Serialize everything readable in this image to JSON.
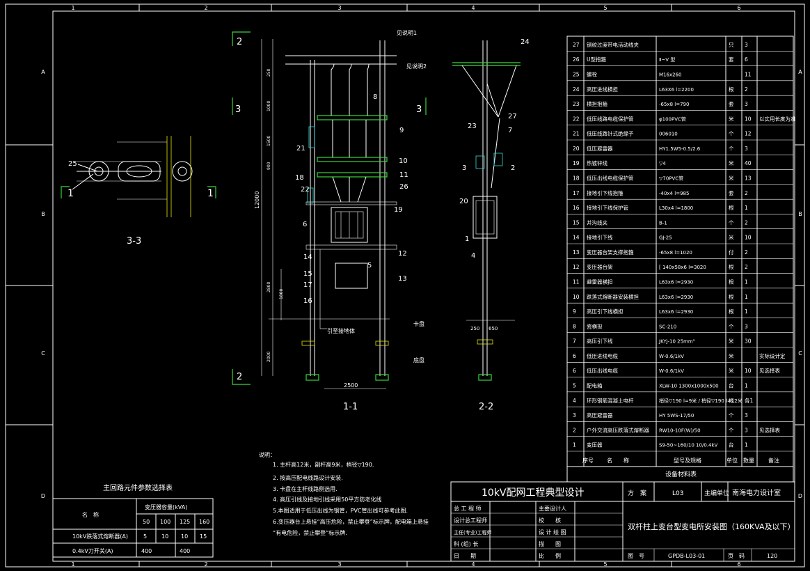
{
  "frame": {
    "col_numbers": [
      "1",
      "2",
      "3",
      "4",
      "5",
      "6"
    ],
    "row_letters": [
      "A",
      "B",
      "C",
      "D"
    ]
  },
  "views": {
    "section_3_3": "3-3",
    "section_1_1": "1-1",
    "section_2_2": "2-2",
    "marker_2": "2",
    "marker_3": "3",
    "marker_1": "1"
  },
  "drawing_labels": {
    "see_note_1": "见说明1",
    "see_note_2": "见说明2",
    "ground_body": "引至接地体",
    "card_plate": "卡盘",
    "base_plate": "底盘",
    "dim_2500": "2500",
    "dim_12000": "12000",
    "dim_250": "250",
    "dim_1000": "1000",
    "dim_1500": "1500",
    "dim_900": "900",
    "dim_2800": "2800",
    "dim_2000": "2000",
    "dim_250b": "250",
    "dim_650": "650",
    "dim_1800": "1800"
  },
  "part_callouts_1_1": [
    "8",
    "9",
    "21",
    "10",
    "11",
    "26",
    "18",
    "22",
    "19",
    "6",
    "12",
    "14",
    "15",
    "5",
    "17",
    "13",
    "16"
  ],
  "part_callouts_2_2": [
    "24",
    "27",
    "23",
    "7",
    "3",
    "2",
    "20",
    "1",
    "4"
  ],
  "part_callouts_3_3": [
    "25"
  ],
  "notes": {
    "title": "说明：",
    "items": [
      "1. 主杆高12米，副杆高9米，梢径▽190.",
      "2. 按高压配电线路设计安装.",
      "3. 卡盘在主杆线路侧选用.",
      "4. 高压引线及接地引线采用50平方防老化线",
      "5.本图适用于低压出线为钢管，PVC管出线可参考此图.",
      "6.变压器台上悬挂“高压危险，禁止攀登”标示牌，配电箱上悬挂",
      "   “有电危险，禁止攀登”标示牌."
    ]
  },
  "bom": {
    "footer_title": "设备材料表",
    "header": [
      "序号",
      "名　　称",
      "型号及规格",
      "单位",
      "数量",
      "备注"
    ],
    "rows": [
      [
        "27",
        "钢绞过度带电活动线夹",
        "",
        "只",
        "3",
        ""
      ],
      [
        "26",
        "U型抱箍",
        "Ⅱ~Ⅴ 型",
        "套",
        "6",
        ""
      ],
      [
        "25",
        "螺栓",
        "M16x260",
        "",
        "11",
        ""
      ],
      [
        "24",
        "高压进线横担",
        "L63X6 l=2200",
        "根",
        "2",
        ""
      ],
      [
        "23",
        "横担抱箍",
        "-65x8 l=790",
        "套",
        "3",
        ""
      ],
      [
        "22",
        "低压线路电缆保护管",
        "φ100PVC管",
        "米",
        "10",
        "以实用长度为准"
      ],
      [
        "21",
        "低压线路针式绝缘子",
        "006010",
        "个",
        "12",
        ""
      ],
      [
        "20",
        "低压避雷器",
        "HY1.5W5-0.5/2.6",
        "个",
        "3",
        ""
      ],
      [
        "19",
        "热镀锌线",
        "▽4",
        "米",
        "40",
        ""
      ],
      [
        "18",
        "低压出线电缆保护管",
        "▽70PVC管",
        "米",
        "13",
        ""
      ],
      [
        "17",
        "接地引下线抱箍",
        "-40x4 l=985",
        "套",
        "2",
        ""
      ],
      [
        "16",
        "接地引下线保护管",
        "L30x4 l=1800",
        "根",
        "1",
        ""
      ],
      [
        "15",
        "并沟线夹",
        "B-1",
        "个",
        "2",
        ""
      ],
      [
        "14",
        "接地引下线",
        "GJ-25",
        "米",
        "10",
        ""
      ],
      [
        "13",
        "变压器台架支撑抱箍",
        "-65x8 l=1020",
        "付",
        "2",
        ""
      ],
      [
        "12",
        "变压器台架",
        "[ 140x58x6 l=3020",
        "根",
        "2",
        ""
      ],
      [
        "11",
        "避雷器横担",
        "L63x6 l=2930",
        "根",
        "1",
        ""
      ],
      [
        "10",
        "跌落式熔断器安装横担",
        "L63x6 l=2930",
        "根",
        "1",
        ""
      ],
      [
        "9",
        "高压引下线横担",
        "L63x6 l=2930",
        "根",
        "1",
        ""
      ],
      [
        "8",
        "瓷横担",
        "SC-210",
        "个",
        "3",
        ""
      ],
      [
        "7",
        "高压引下线",
        "JKYJ-10 25mm²",
        "米",
        "30",
        ""
      ],
      [
        "6a",
        "低压进线电缆",
        "W-0.6/1kV",
        "米",
        "",
        "实际设计定"
      ],
      [
        "6b",
        "低压出线电缆",
        "W-0.6/1kV",
        "米",
        "10",
        "见选择表"
      ],
      [
        "5",
        "配电箱",
        "XLW-10 1300x1000x500",
        "台",
        "1",
        ""
      ],
      [
        "4",
        "环形钢筋混凝土电杆",
        "梢径▽190 l=9米 / 梢径▽190 l=12米",
        "根",
        "各1",
        ""
      ],
      [
        "3",
        "高压避雷器",
        "HY 5WS-17/50",
        "个",
        "3",
        ""
      ],
      [
        "2",
        "户外交流高压跌落式熔断器",
        "RW10-10F(W)/50",
        "个",
        "3",
        "见选择表"
      ],
      [
        "1",
        "变压器",
        "S9-50~160/10 10/0.4kV",
        "台",
        "1",
        ""
      ]
    ]
  },
  "selection_table": {
    "title": "主回路元件参数选择表",
    "name_header": "名　称",
    "capacity_header": "变压器容量(kVA)",
    "capacities": [
      "50",
      "100",
      "125",
      "160"
    ],
    "rows": [
      {
        "name": "10kV跌落式熔断器(A)",
        "values": [
          "5",
          "10",
          "10",
          "15"
        ]
      },
      {
        "name": "0.4kV刀开关(A)",
        "values": [
          "400",
          "",
          "400",
          ""
        ]
      }
    ]
  },
  "title_block": {
    "project": "10kV配网工程典型设计",
    "scheme_label": "方　案",
    "scheme_value": "L03",
    "unit_label": "主编单位",
    "unit_value": "南海电力设计室",
    "drawing_title": "双杆柱上变台型变电所安装图（160KVA及以下）",
    "left_labels": [
      "总 工 程 师",
      "设计总工程师",
      "主任(专业)工程师",
      "科 (组) 长",
      "日　　期"
    ],
    "mid_labels": [
      "主要设计人",
      "校　　核",
      "设 计 绘 图",
      "描　　图",
      "比　　例"
    ],
    "drawing_no_label": "图　号",
    "drawing_no": "GPDB-L03-01",
    "page_label": "页　码",
    "page_no": "120"
  },
  "colors": {
    "background": "#000000",
    "frame": "#ffffff",
    "marker": "#39d639",
    "hardware": "#e6e600",
    "detail": "#39d6d6"
  }
}
